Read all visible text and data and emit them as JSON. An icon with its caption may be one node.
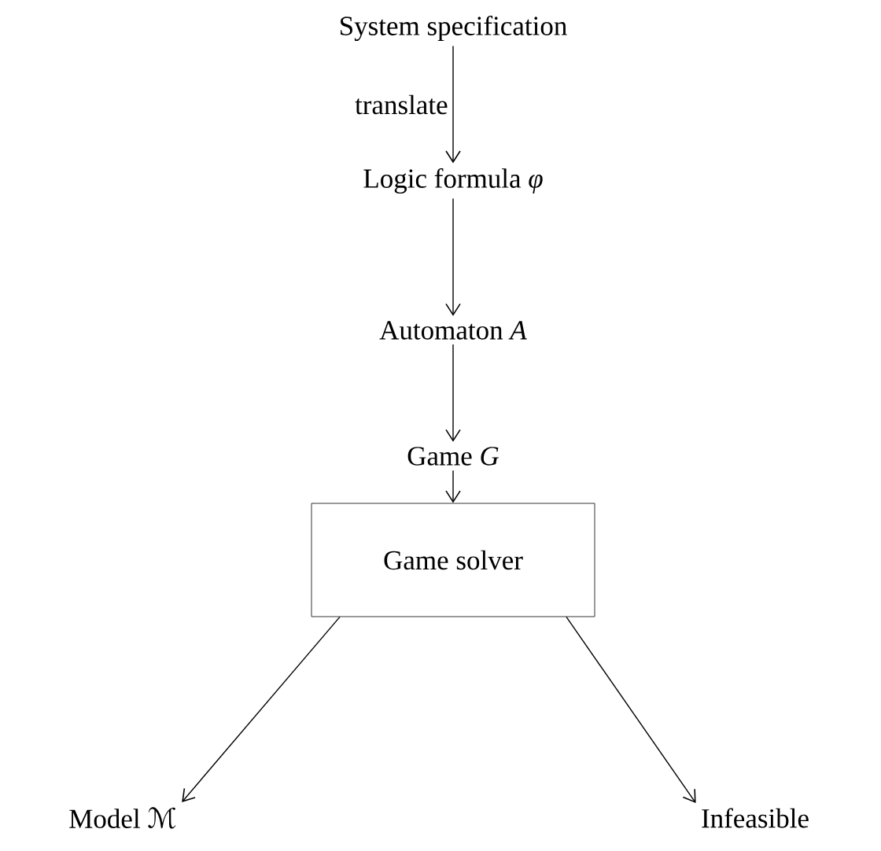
{
  "diagram": {
    "nodes": [
      {
        "text": [
          "System specification"
        ]
      },
      {
        "text": [
          "Logic formula *φ*"
        ]
      },
      {
        "text": [
          "Automaton *A*"
        ]
      },
      {
        "text": [
          "Game *G*"
        ]
      },
      {
        "text": [
          "Game solver"
        ]
      },
      {
        "text": [
          "Model ℳ"
        ]
      },
      {
        "text": [
          "Infeasible"
        ]
      }
    ],
    "edges": [
      {
        "from": 0,
        "to": 1,
        "arrow": "to",
        "label": "translate"
      },
      {
        "from": 1,
        "to": 2,
        "arrow": "to"
      },
      {
        "from": 2,
        "to": 3,
        "arrow": "to"
      },
      {
        "from": 3,
        "to": 4,
        "arrow": "to"
      },
      {
        "from": 4,
        "to": 5,
        "arrow": "to"
      },
      {
        "from": 4,
        "to": 6,
        "arrow": "to"
      }
    ]
  }
}
